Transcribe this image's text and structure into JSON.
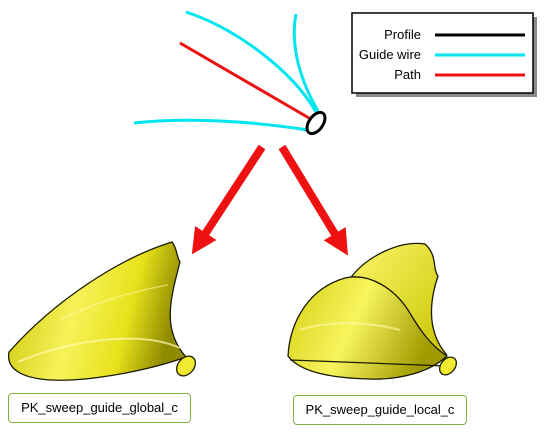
{
  "legend": {
    "items": [
      {
        "label": "Profile",
        "color": "#000000"
      },
      {
        "label": "Guide wire",
        "color": "#00e5ee"
      },
      {
        "label": "Path",
        "color": "#ee1111"
      }
    ]
  },
  "captions": {
    "global": "PK_sweep_guide_global_c",
    "local": "PK_sweep_guide_local_c"
  },
  "colors": {
    "surface": "#f2ee2a",
    "arrow": "#ee1111",
    "caption_border": "#7cb342"
  }
}
